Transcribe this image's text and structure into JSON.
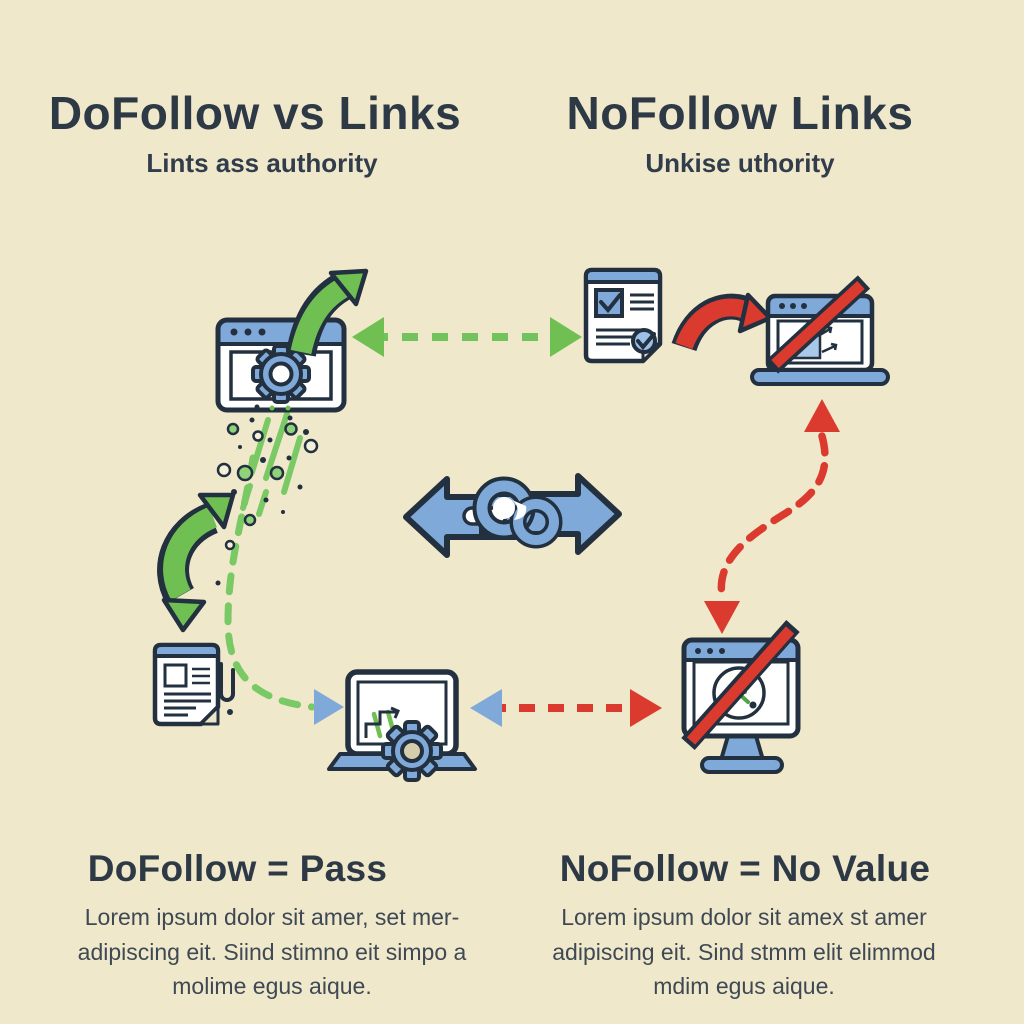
{
  "page": {
    "background_color": "#F0E8CB",
    "theme": "SEO infographic comparing dofollow and nofollow links"
  },
  "colors": {
    "outline_navy": "#22303F",
    "accent_green": "#6FBF53",
    "accent_green_light": "#79C964",
    "accent_blue": "#7FA9D8",
    "accent_blue_light": "#A9C7E8",
    "accent_red": "#DB3A2E",
    "heading_text": "#2E3946",
    "body_text": "#3E4954"
  },
  "left_column": {
    "title": "DoFollow vs Links",
    "subtitle": "Lints ass authority",
    "heading": "DoFollow = Pass",
    "body": "Lorem ipsum dolor sit amer, set mer-\nadipiscing eit. Siind stimno eit simpo a\nmolime egus aique."
  },
  "right_column": {
    "title": "NoFollow Links",
    "subtitle": "Unkise uthority",
    "heading": "NoFollow = No Value",
    "body": "Lorem ipsum dolor sit amex st amer\nadipiscing eit. Sind stmm elit elimmod\nmdim egus aique."
  },
  "icons": {
    "center": "link-exchange-icon",
    "top_left": "browser-gear-icon",
    "top_left_arrow": "green-curved-authority-arrow-icon",
    "top_link": "green-dashed-double-arrow",
    "top_right_document": "checklist-document-icon",
    "top_right_arrow": "red-curved-arrow-icon",
    "top_right_laptop": "blocked-laptop-icon",
    "right_path": "red-dashed-s-path",
    "bottom_right_monitor": "blocked-monitor-icon",
    "bottom_link": "red-dashed-arrow",
    "bottom_center_laptop": "laptop-gear-icon",
    "bottom_left_document": "article-document-icon",
    "left_arrow": "green-double-curved-arrow-icon",
    "left_path": "green-dashed-path",
    "particles": "authority-particles"
  }
}
